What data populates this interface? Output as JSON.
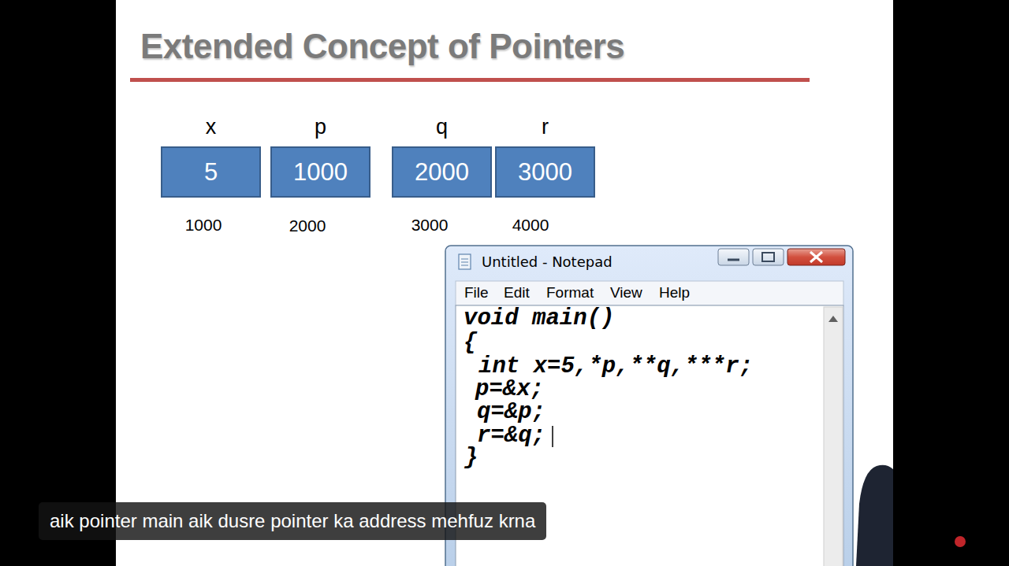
{
  "diagram": {
    "title": "Extended Concept of Pointers",
    "caption": "aik pointer main aik dusre pointer ka address mehfuz krna",
    "nodes": [
      {
        "text": [
          "x",
          "5"
        ]
      },
      {
        "text": [
          "p",
          "1000"
        ]
      },
      {
        "text": [
          "q",
          "2000"
        ]
      },
      {
        "text": [
          "r",
          "3000"
        ]
      }
    ],
    "labels": [
      "1000",
      "2000",
      "3000",
      "4000",
      "Untitled - Notepad",
      "File",
      "Edit",
      "Format",
      "View",
      "Help",
      "void main()",
      "{",
      "int x=5,*p,**q,***r;",
      "p=&x;",
      "q=&p;",
      "r=&q;",
      "}"
    ]
  }
}
